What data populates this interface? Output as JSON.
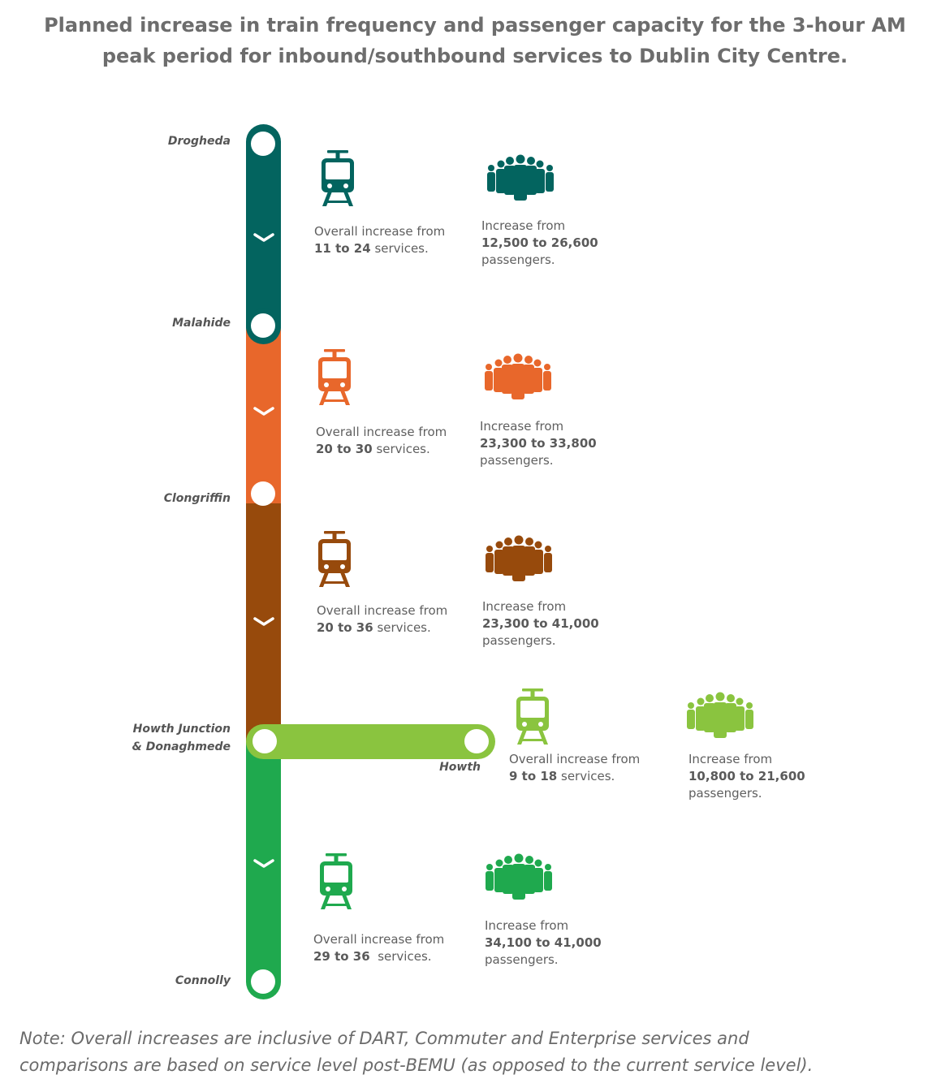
{
  "title": {
    "line1": "Planned increase in train frequency and passenger capacity for the 3-hour AM",
    "line2": "peak period for inbound/southbound services to Dublin City Centre."
  },
  "colors": {
    "teal": "#03645f",
    "orange": "#e8672b",
    "brown": "#974a0c",
    "lime": "#8ac43f",
    "green": "#1fa94e"
  },
  "stations": {
    "drogheda": "Drogheda",
    "malahide": "Malahide",
    "clongriffin": "Clongriffin",
    "howth_junction_1": "Howth Junction",
    "howth_junction_2": "& Donaghmede",
    "howth": "Howth",
    "connolly": "Connolly"
  },
  "segments": [
    {
      "color": "#03645f",
      "train_icon": "train-icon",
      "people_icon": "crowd-icon",
      "services_intro": "Overall increase from",
      "services_value": "11 to 24",
      "services_suffix": " services.",
      "passengers_intro": "Increase from",
      "passengers_value": "12,500 to 26,600",
      "passengers_suffix": "passengers."
    },
    {
      "color": "#e8672b",
      "train_icon": "train-icon",
      "people_icon": "crowd-icon",
      "services_intro": "Overall increase from",
      "services_value": "20 to 30",
      "services_suffix": " services.",
      "passengers_intro": "Increase from",
      "passengers_value": "23,300 to 33,800",
      "passengers_suffix": "passengers."
    },
    {
      "color": "#974a0c",
      "train_icon": "train-icon",
      "people_icon": "crowd-icon",
      "services_intro": "Overall increase from",
      "services_value": "20 to 36",
      "services_suffix": " services.",
      "passengers_intro": "Increase from",
      "passengers_value": "23,300 to 41,000",
      "passengers_suffix": "passengers."
    },
    {
      "color": "#8ac43f",
      "train_icon": "train-icon",
      "people_icon": "crowd-icon",
      "services_intro": "Overall increase from",
      "services_value": "9 to 18",
      "services_suffix": " services.",
      "passengers_intro": "Increase from",
      "passengers_value": "10,800 to 21,600",
      "passengers_suffix": "passengers."
    },
    {
      "color": "#1fa94e",
      "train_icon": "train-icon",
      "people_icon": "crowd-icon",
      "services_intro": "Overall increase from",
      "services_value": "29 to 36",
      "services_suffix": "  services.",
      "passengers_intro": "Increase from",
      "passengers_value": "34,100 to 41,000",
      "passengers_suffix": "passengers."
    }
  ],
  "note": {
    "line1": "Note: Overall increases are inclusive of DART, Commuter and Enterprise services and",
    "line2": "comparisons are based on service level post-BEMU (as opposed to the current service level)."
  }
}
